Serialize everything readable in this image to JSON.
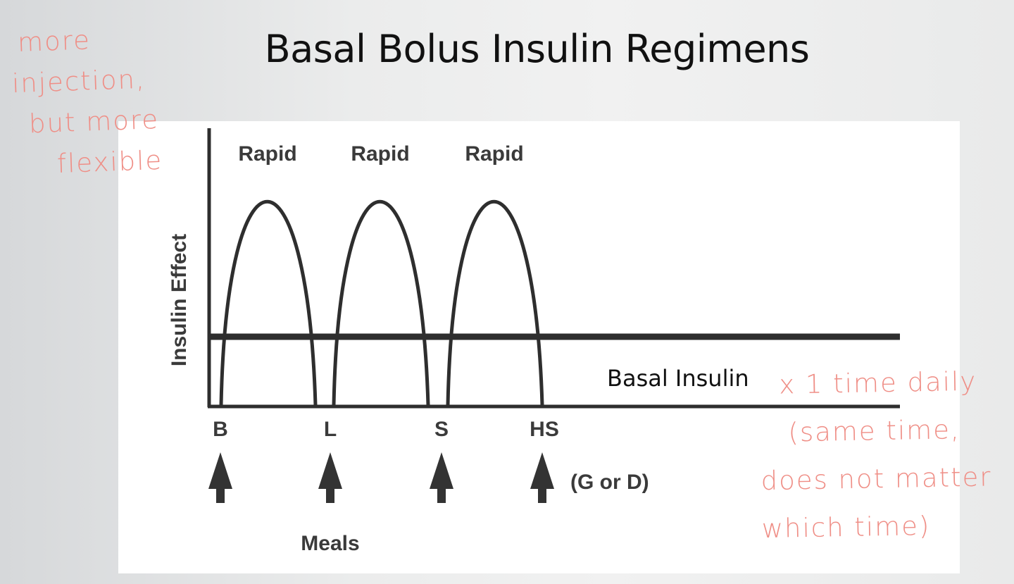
{
  "slide": {
    "title": "Basal Bolus Insulin Regimens"
  },
  "diagram": {
    "y_axis_label": "Insulin Effect",
    "bolus_label": "Rapid",
    "basal_label": "Basal Insulin",
    "meal_markers": [
      "B",
      "L",
      "S",
      "HS"
    ],
    "hs_note": "(G or D)",
    "x_caption": "Meals"
  },
  "annotations": {
    "left": [
      "more",
      "injection,",
      "but more",
      "flexible"
    ],
    "right": [
      "x 1 time daily",
      "(same time,",
      "does not matter",
      "which time)"
    ]
  },
  "colors": {
    "ink": "#3a3a3a",
    "annotation": "#ef8e86"
  }
}
